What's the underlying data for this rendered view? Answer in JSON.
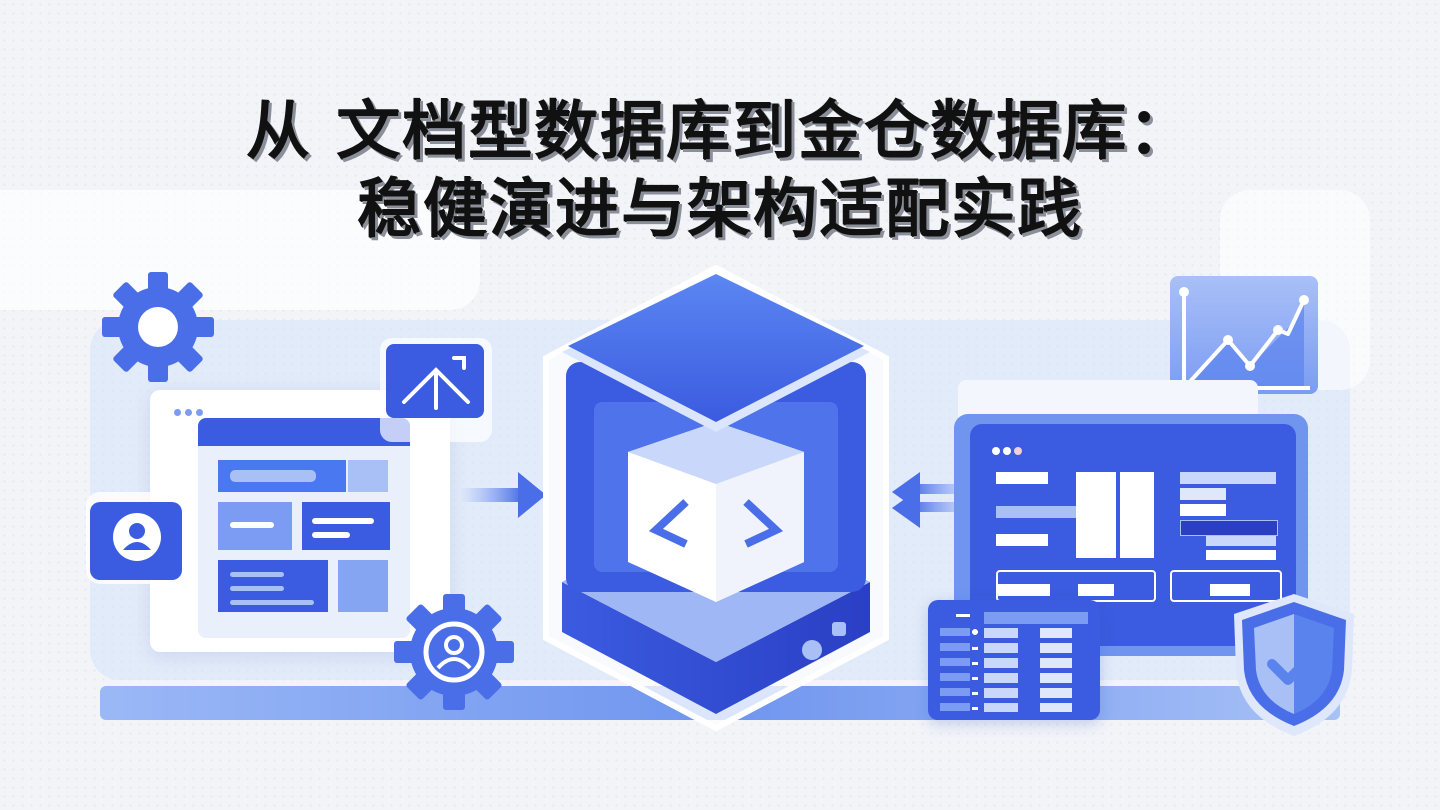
{
  "title": {
    "line1": "从 文档型数据库到金仓数据库：",
    "line2": "稳健演进与架构适配实践"
  },
  "colors": {
    "primary_blue": "#3b5be0",
    "light_blue": "#7b9cf2",
    "pale_blue": "#dfe8fb",
    "text": "#111111",
    "background": "#f2f4f8"
  },
  "illustration": {
    "left": [
      "gear-icon",
      "document-window",
      "user-card-icon",
      "flow-diagram-card",
      "user-gear-icon"
    ],
    "center": [
      "database-cube-icon"
    ],
    "right": [
      "line-chart-card",
      "table-dashboard-window",
      "mini-table-card",
      "security-shield-icon"
    ],
    "arrows": [
      "arrow-right",
      "arrow-left"
    ]
  }
}
